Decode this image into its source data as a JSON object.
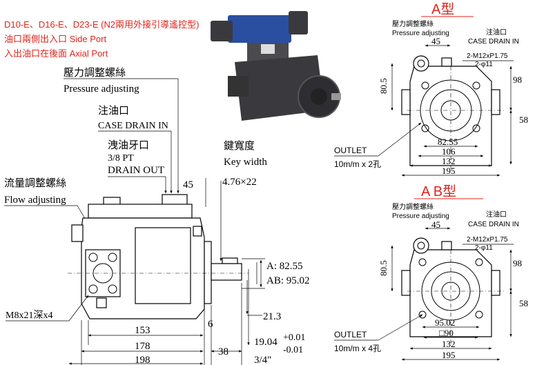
{
  "header": {
    "line1": "D10-E、D16-E、D23-E (N2兩用外接引導遙控型)",
    "line2": "油口兩側出入口 Side Port",
    "line3": "入出油口在後面 Axial Port"
  },
  "side_view": {
    "pressure_adjusting_zh": "壓力調整螺絲",
    "pressure_adjusting_en": "Pressure adjusting",
    "case_drain_zh": "注油口",
    "case_drain_en": "CASE DRAIN IN",
    "drain_out_zh": "洩油牙口",
    "drain_out_size": "3/8 PT",
    "drain_out_en": "DRAIN OUT",
    "key_width_zh": "鍵寬度",
    "key_width_en": "Key width",
    "key_dim": "4.76×22",
    "flow_adjusting_zh": "流量調整螺絲",
    "flow_adjusting_en": "Flow adjusting",
    "dim_45": "45",
    "dim_a": "A: 82.55",
    "dim_ab": "AB: 95.02",
    "dim_21_3": "21.3",
    "dim_6": "6",
    "dim_153": "153",
    "dim_178": "178",
    "dim_198": "198",
    "dim_38": "38",
    "dim_shaft": "19.04",
    "dim_shaft_plus": "+0.01",
    "dim_shaft_minus": "-0.01",
    "dim_shaft_inch": "3/4\"",
    "bolt_label": "M8x21深x4"
  },
  "a_type": {
    "title": "A型",
    "pressure_adjusting_zh": "壓力調整螺絲",
    "pressure_adjusting_en": "Pressure adjusting",
    "case_drain_zh": "注油口",
    "case_drain_en": "CASE DRAIN IN",
    "thread1": "2-M12xP1.75",
    "thread2": "2-φ11",
    "dim_45": "45",
    "dim_80_5": "80.5",
    "dim_98": "98",
    "dim_58": "58",
    "dim_82_55": "82.55",
    "dim_106": "106",
    "dim_132": "132",
    "dim_195": "195",
    "outlet": "OUTLET",
    "outlet_holes": "10m/m x 2孔"
  },
  "ab_type": {
    "title": "A B型",
    "pressure_adjusting_zh": "壓力調整螺絲",
    "pressure_adjusting_en": "Pressure adjusting",
    "case_drain_zh": "注油口",
    "case_drain_en": "CASE DRAIN IN",
    "thread1": "2-M12xP1.75",
    "thread2": "2-φ11",
    "dim_45": "45",
    "dim_80_5": "80.5",
    "dim_98": "98",
    "dim_58": "58",
    "dim_95_02": "95.02",
    "dim_90": "□90",
    "dim_132": "132",
    "dim_195": "195",
    "outlet": "OUTLET",
    "outlet_holes": "10m/m x 4孔"
  },
  "colors": {
    "accent": "#e0241b",
    "photo_body": "#3a3a3e",
    "valve_blue": "#2a4fa0"
  }
}
